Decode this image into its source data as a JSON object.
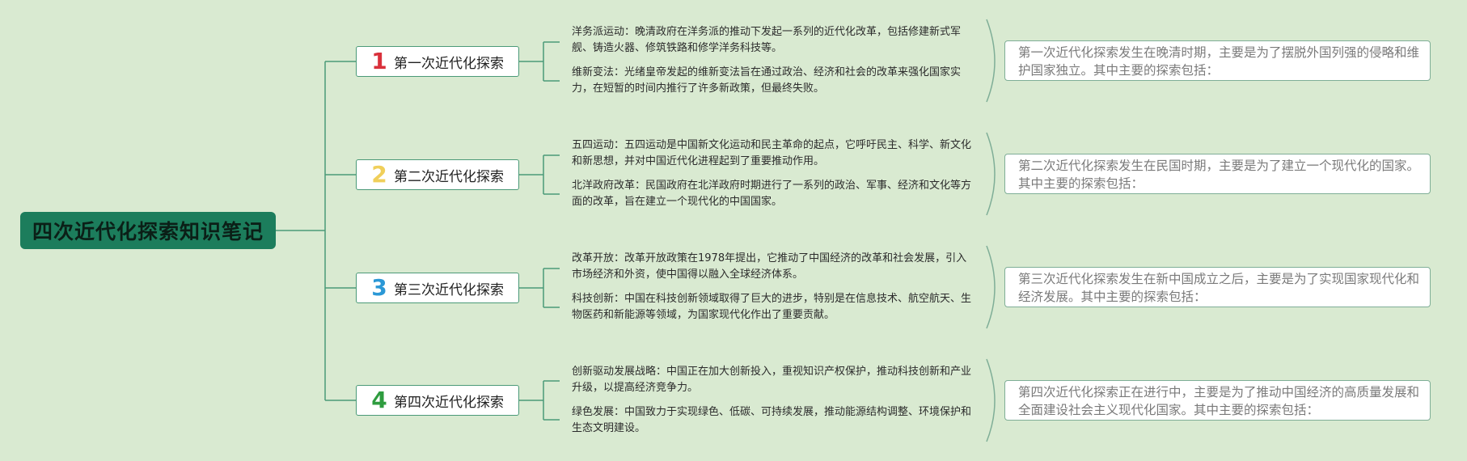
{
  "root": {
    "title": "四次近代化探索知识笔记"
  },
  "branches": [
    {
      "number": "1",
      "number_color": "#d9303b",
      "label": "第一次近代化探索",
      "leaves": [
        "洋务派运动：晚清政府在洋务派的推动下发起一系列的近代化改革，包括修建新式军舰、铸造火器、修筑铁路和修学洋务科技等。",
        "维新变法：光绪皇帝发起的维新变法旨在通过政治、经济和社会的改革来强化国家实力，在短暂的时间内推行了许多新政策，但最终失败。"
      ],
      "summary": "第一次近代化探索发生在晚清时期，主要是为了摆脱外国列强的侵略和维护国家独立。其中主要的探索包括："
    },
    {
      "number": "2",
      "number_color": "#f0cf5a",
      "label": "第二次近代化探索",
      "leaves": [
        "五四运动：五四运动是中国新文化运动和民主革命的起点，它呼吁民主、科学、新文化和新思想，并对中国近代化进程起到了重要推动作用。",
        "北洋政府改革：民国政府在北洋政府时期进行了一系列的政治、军事、经济和文化等方面的改革，旨在建立一个现代化的中国国家。"
      ],
      "summary": "第二次近代化探索发生在民国时期，主要是为了建立一个现代化的国家。其中主要的探索包括："
    },
    {
      "number": "3",
      "number_color": "#2b98d6",
      "label": "第三次近代化探索",
      "leaves": [
        "改革开放：改革开放政策在1978年提出，它推动了中国经济的改革和社会发展，引入市场经济和外资，使中国得以融入全球经济体系。",
        "科技创新：中国在科技创新领域取得了巨大的进步，特别是在信息技术、航空航天、生物医药和新能源等领域，为国家现代化作出了重要贡献。"
      ],
      "summary": "第三次近代化探索发生在新中国成立之后，主要是为了实现国家现代化和经济发展。其中主要的探索包括："
    },
    {
      "number": "4",
      "number_color": "#2e9c3f",
      "label": "第四次近代化探索",
      "leaves": [
        "创新驱动发展战略：中国正在加大创新投入，重视知识产权保护，推动科技创新和产业升级，以提高经济竞争力。",
        "绿色发展：中国致力于实现绿色、低碳、可持续发展，推动能源结构调整、环境保护和生态文明建设。"
      ],
      "summary": "第四次近代化探索正在进行中，主要是为了推动中国经济的高质量发展和全面建设社会主义现代化国家。其中主要的探索包括："
    }
  ],
  "colors": {
    "background": "#d9ead1",
    "root_fill": "#1c7d5c",
    "connector": "#4b9a78",
    "bracket": "#7fae97"
  }
}
